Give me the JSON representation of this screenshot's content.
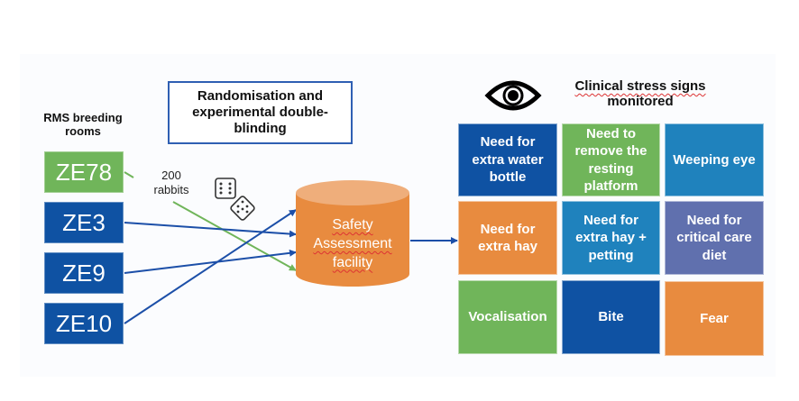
{
  "left_header": "RMS breeding rooms",
  "rooms": [
    {
      "label": "ZE78",
      "color": "#70b55a"
    },
    {
      "label": "ZE3",
      "color": "#0f52a3"
    },
    {
      "label": "ZE9",
      "color": "#0f52a3"
    },
    {
      "label": "ZE10",
      "color": "#0f52a3"
    }
  ],
  "rabbits_label": {
    "line1": "200",
    "line2": "rabbits"
  },
  "randomisation_box": {
    "line1": "Randomisation and",
    "line2": "experimental double-",
    "line3": "blinding"
  },
  "dice_icon": "dice-icon",
  "facility": {
    "line1": "Safety",
    "line2": "Assessment",
    "line3": "facility",
    "color": "#e88b3f"
  },
  "eye_icon": "eye-icon",
  "stress_title": {
    "line1": "Clinical stress signs",
    "line2": "monitored"
  },
  "stress_signs": [
    {
      "label": "Need for extra water bottle",
      "color": "#0f52a3"
    },
    {
      "label": "Need to remove the resting platform",
      "color": "#70b55a"
    },
    {
      "label": "Weeping eye",
      "color": "#1f82bd"
    },
    {
      "label": "Need for extra hay",
      "color": "#e88b3f"
    },
    {
      "label": "Need for extra hay + petting",
      "color": "#1f82bd"
    },
    {
      "label": "Need for critical care diet",
      "color": "#6070ae"
    },
    {
      "label": "Vocalisation",
      "color": "#70b55a"
    },
    {
      "label": "Bite",
      "color": "#0f52a3"
    },
    {
      "label": "Fear",
      "color": "#e88b3f"
    }
  ],
  "colors": {
    "blue_arrow": "#1c4fa8",
    "green_arrow": "#70b55a"
  }
}
